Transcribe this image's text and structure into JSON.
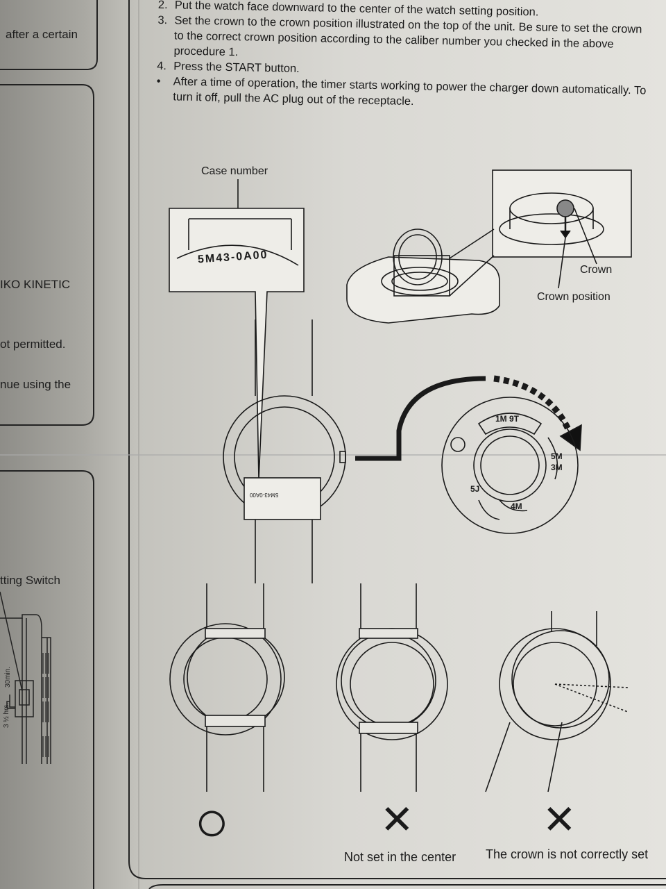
{
  "left_panel": {
    "fragments": [
      "after a certain",
      "IKO KINETIC",
      "ot permitted.",
      "nue using the",
      "tting Switch"
    ],
    "switch_labels": {
      "short": "30min.",
      "long": "3 ½ hrs."
    }
  },
  "instructions": [
    {
      "marker": "2.",
      "text": "Put the watch face downward to the center of the watch setting position."
    },
    {
      "marker": "3.",
      "text": "Set the crown to the crown position illustrated on the top of the unit. Be sure to set the crown to the correct crown position according to the caliber number you checked in the above procedure 1."
    },
    {
      "marker": "4.",
      "text": "Press the START button."
    },
    {
      "marker": "•",
      "text": "After a time of operation, the timer starts working to power the charger down automatically. To turn it off, pull the AC plug out of the receptacle."
    }
  ],
  "diagram": {
    "case_number_label": "Case number",
    "case_number": "5M43-0A00",
    "crown_label": "Crown",
    "crown_position_label": "Crown position",
    "dial_labels": [
      "1M 9T",
      "5M",
      "3M",
      "5J",
      "4M"
    ],
    "result_captions": {
      "correct_symbol": "○",
      "wrong_symbol": "✕",
      "not_centered": "Not set in the center",
      "crown_wrong": "The crown is not correctly set"
    }
  }
}
